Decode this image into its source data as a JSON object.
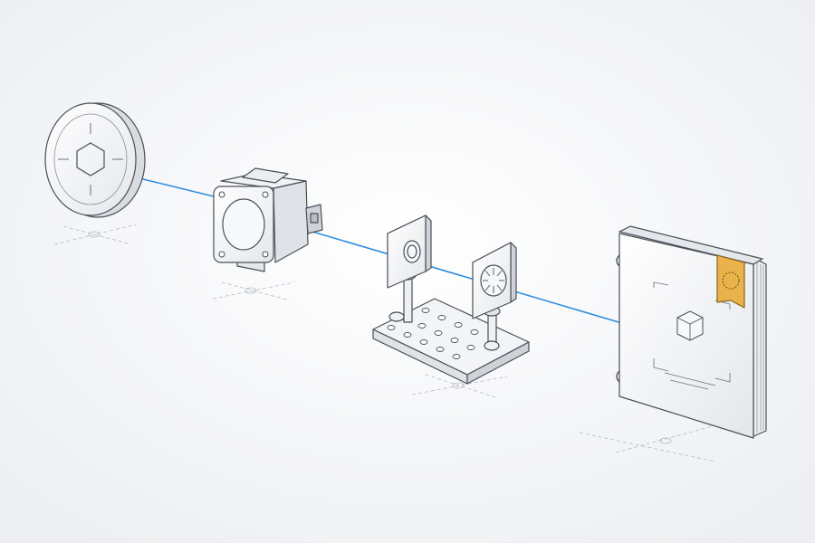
{
  "diagram": {
    "title": "",
    "components": [
      {
        "id": "source-disc",
        "icon": "hexagon-icon",
        "kind": "emitter"
      },
      {
        "id": "laser-module",
        "icon": "lens-window-icon",
        "kind": "module"
      },
      {
        "id": "optical-bench",
        "icon": "aperture-icon",
        "kind": "optics",
        "mount_count": 2
      },
      {
        "id": "binder",
        "icon": "hexagon-icon",
        "kind": "document",
        "bookmark": "seal-icon"
      }
    ],
    "colors": {
      "beam": "#2f8fe0",
      "outline": "#4a4f57",
      "face": "#ffffff",
      "shade": "#e6e8ec",
      "shade_dark": "#cfd3d9",
      "background": "#f4f5f7",
      "bookmark": "#e9b24a",
      "guide": "#9aa0a8"
    }
  }
}
